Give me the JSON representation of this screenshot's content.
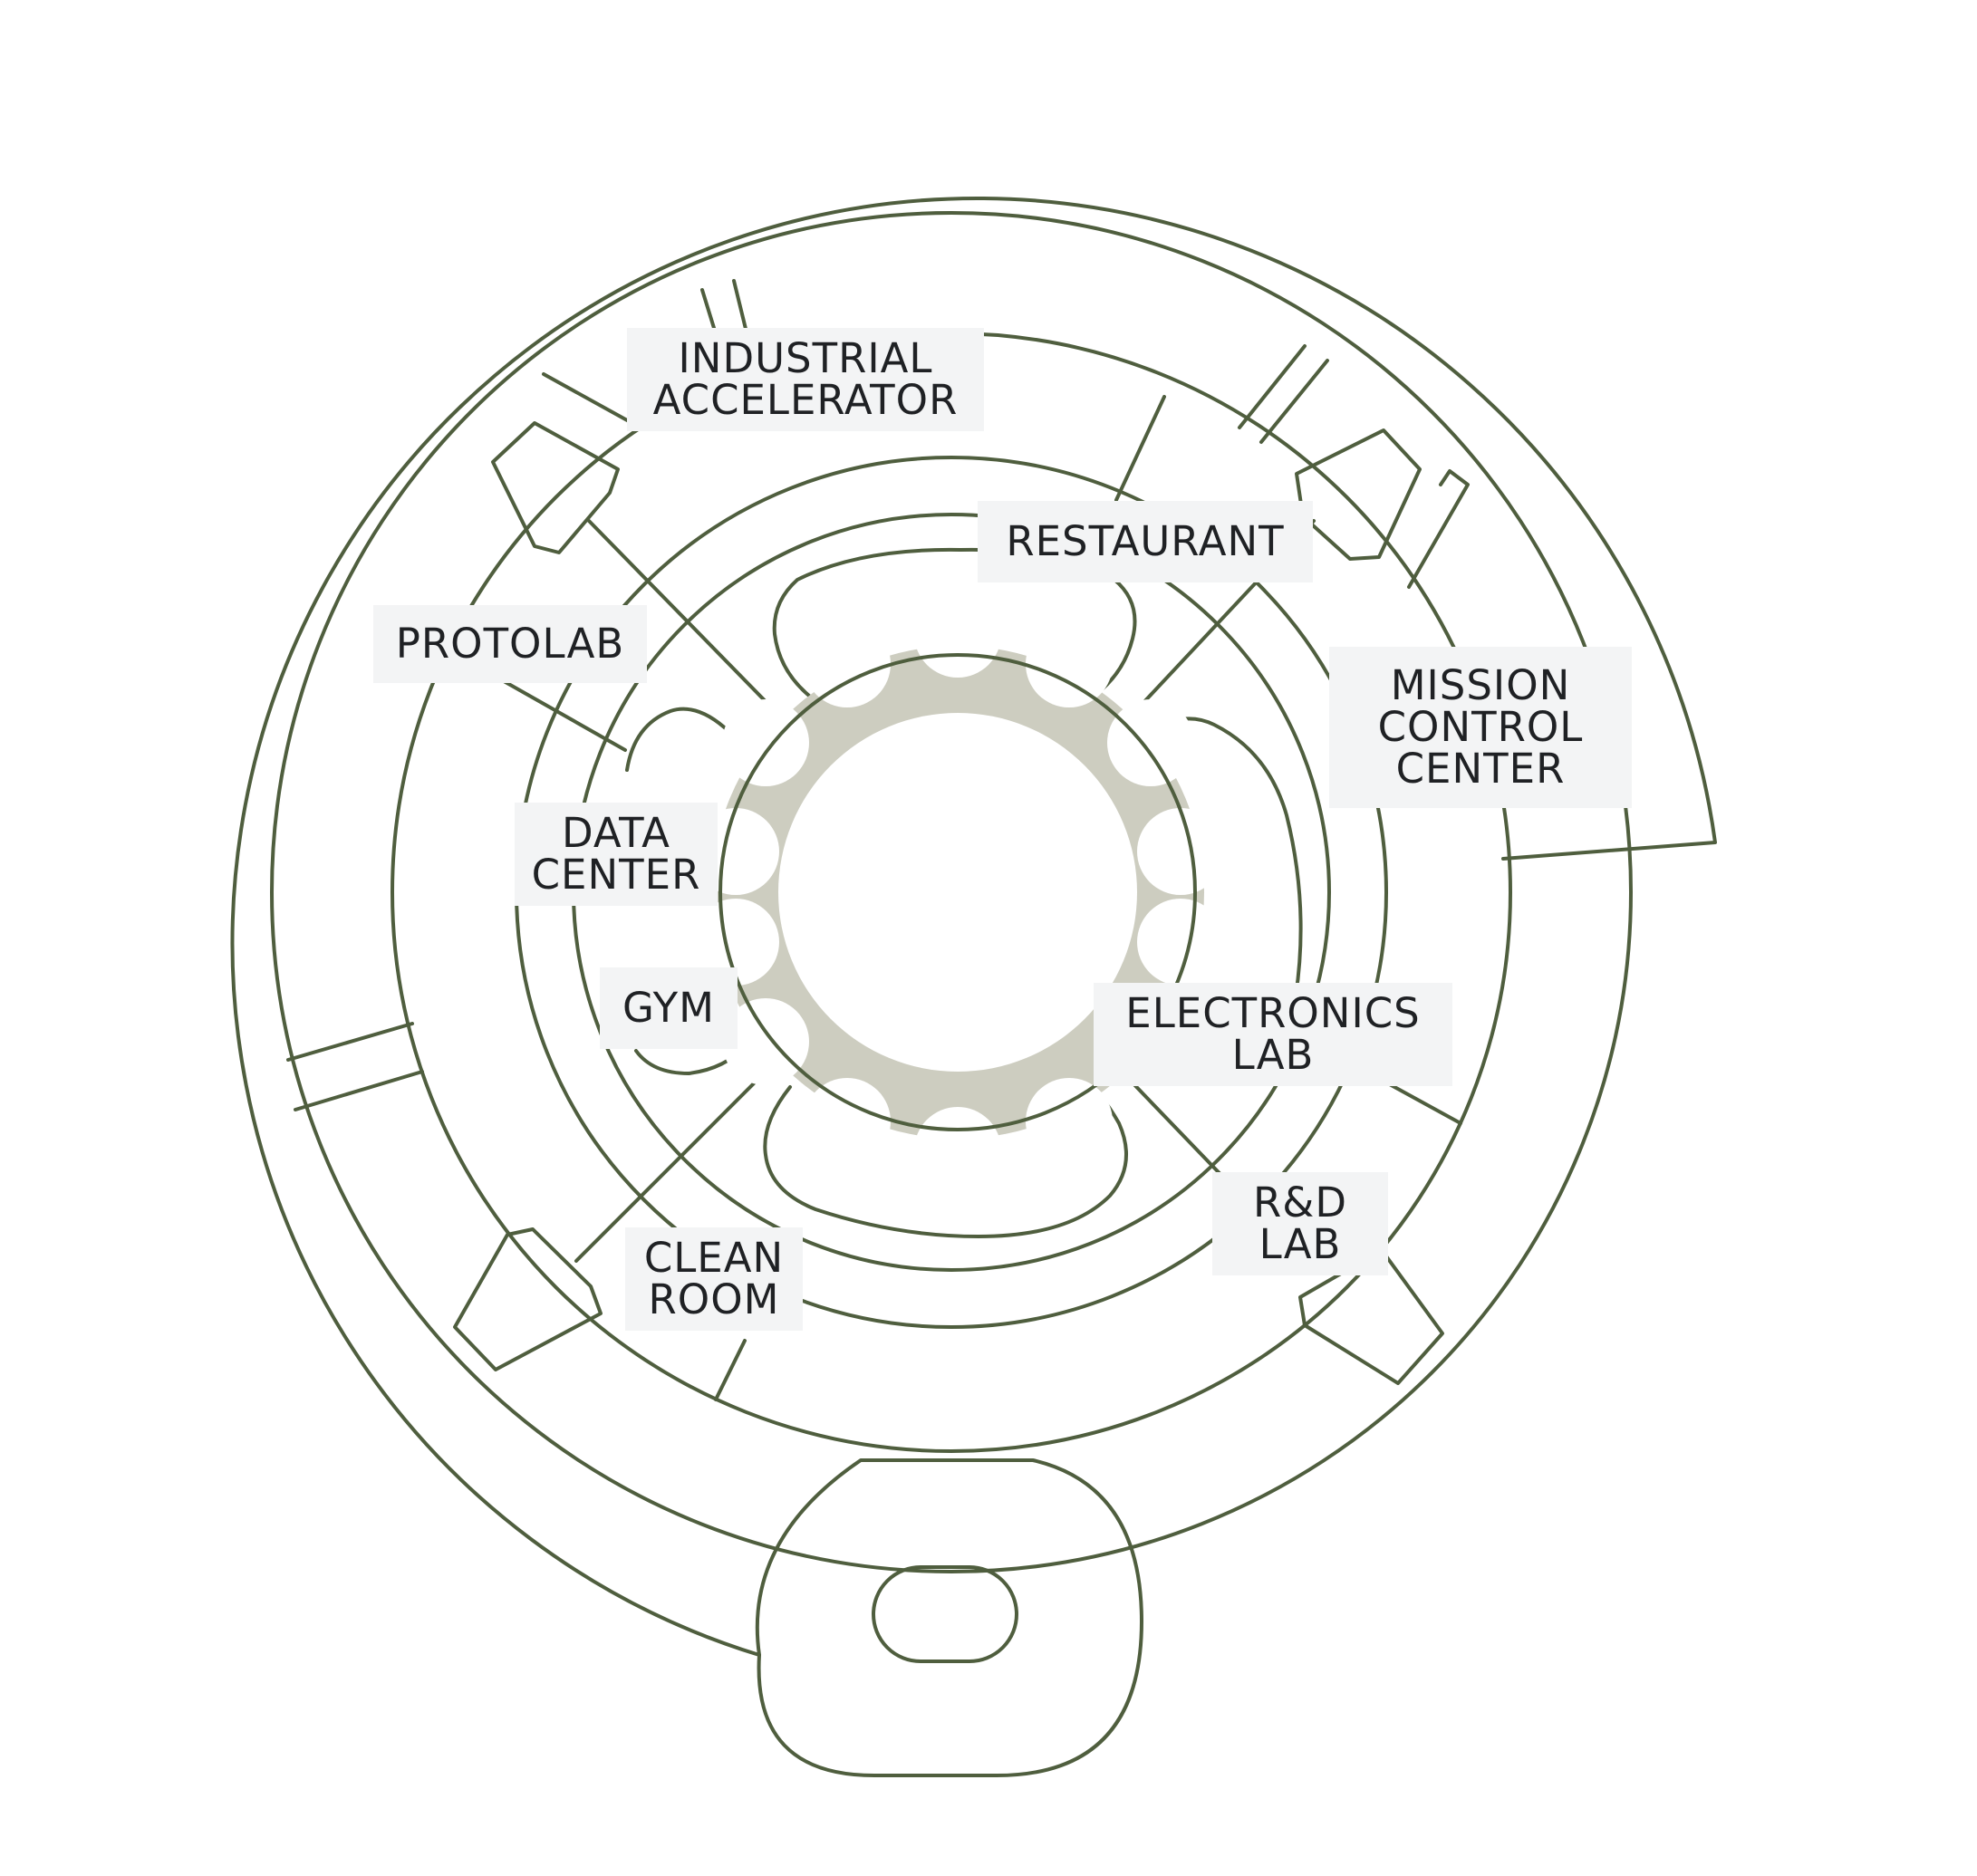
{
  "labels": {
    "industrial_accelerator": [
      "INDUSTRIAL",
      "ACCELERATOR"
    ],
    "restaurant": [
      "RESTAURANT"
    ],
    "protolab": [
      "PROTOLAB"
    ],
    "mission_control_center": [
      "MISSION",
      "CONTROL",
      "CENTER"
    ],
    "data_center": [
      "DATA",
      "CENTER"
    ],
    "gym": [
      "GYM"
    ],
    "electronics_lab": [
      "ELECTRONICS",
      "LAB"
    ],
    "rd_lab": [
      "R&D",
      "LAB"
    ],
    "clean_room": [
      "CLEAN",
      "ROOM"
    ]
  },
  "colors": {
    "wall": "#4f5e3e",
    "hub": "#cdcdc0",
    "label_bg": "#f3f4f5",
    "label_text": "#1f2124"
  }
}
